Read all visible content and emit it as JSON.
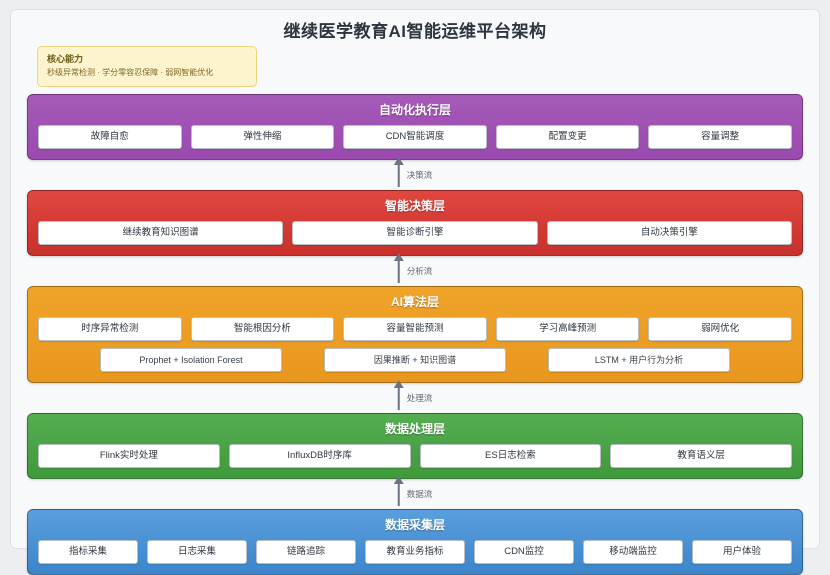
{
  "page": {
    "title": "继续医学教育AI智能运维平台架构"
  },
  "core_badge": {
    "title": "核心能力",
    "subtitle": "秒级异常检测 · 学分零容忍保障 · 弱网智能优化"
  },
  "layers": [
    {
      "id": "automation-execution",
      "title": "自动化执行层",
      "color": "#9b49b0",
      "rows": [
        {
          "style": "wide",
          "chips": [
            "故障自愈",
            "弹性伸缩",
            "CDN智能调度",
            "配置变更",
            "容量调整"
          ]
        }
      ]
    },
    {
      "id": "intelligent-decision",
      "title": "智能决策层",
      "color": "#c9302c",
      "rows": [
        {
          "style": "wide",
          "chips": [
            "继续教育知识图谱",
            "智能诊断引擎",
            "自动决策引擎"
          ]
        }
      ]
    },
    {
      "id": "ai-algorithm",
      "title": "AI算法层",
      "color": "#e8971c",
      "rows": [
        {
          "style": "wide",
          "chips": [
            "时序异常检测",
            "智能根因分析",
            "容量智能预测",
            "学习高峰预测",
            "弱网优化"
          ]
        },
        {
          "style": "narrow",
          "chips": [
            "Prophet + Isolation Forest",
            "因果推断 + 知识图谱",
            "LSTM + 用户行为分析"
          ]
        }
      ]
    },
    {
      "id": "data-processing",
      "title": "数据处理层",
      "color": "#3f9a3c",
      "rows": [
        {
          "style": "wide",
          "chips": [
            "Flink实时处理",
            "InfluxDB时序库",
            "ES日志检索",
            "教育语义层"
          ]
        }
      ]
    },
    {
      "id": "data-collection",
      "title": "数据采集层",
      "color": "#3b85cc",
      "rows": [
        {
          "style": "wide",
          "chips": [
            "指标采集",
            "日志采集",
            "链路追踪",
            "教育业务指标",
            "CDN监控",
            "移动端监控",
            "用户体验"
          ]
        }
      ]
    }
  ],
  "connectors": [
    {
      "id": "decision-flow",
      "label": "决策流"
    },
    {
      "id": "analysis-flow",
      "label": "分析流"
    },
    {
      "id": "processing-flow",
      "label": "处理流"
    },
    {
      "id": "data-flow",
      "label": "数据流"
    }
  ]
}
